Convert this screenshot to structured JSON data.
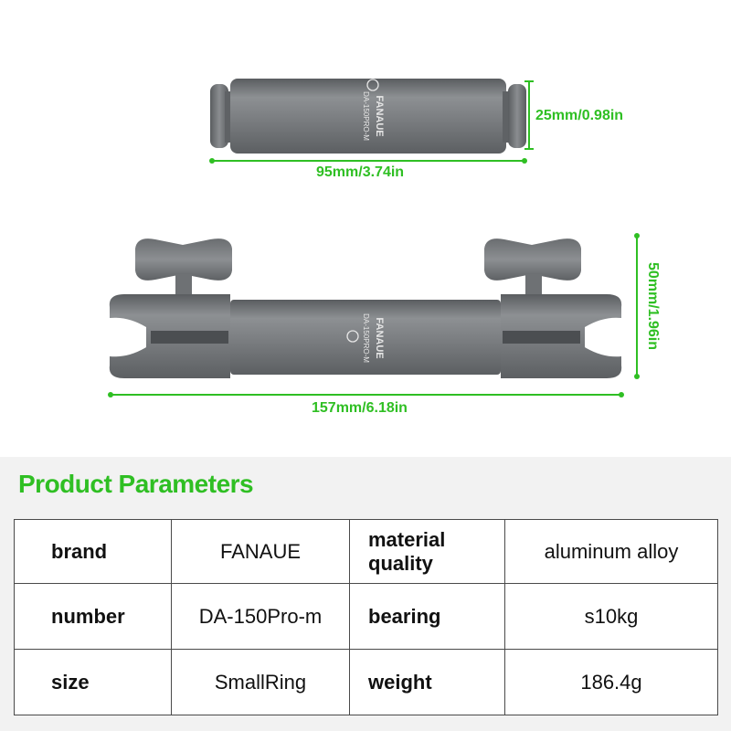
{
  "dimensions": {
    "short_height": "25mm/0.98in",
    "short_length": "95mm/3.74in",
    "long_height": "50mm/1.96in",
    "long_length": "157mm/6.18in"
  },
  "product_marking": {
    "brand": "FANAUE",
    "model": "DA-150PRO-M"
  },
  "colors": {
    "dimension_green": "#2fbf23",
    "metal_gray": "#777a7d"
  },
  "params": {
    "title": "Product Parameters",
    "rows": [
      {
        "k1": "brand",
        "v1": "FANAUE",
        "k2": "material quality",
        "v2": "aluminum alloy"
      },
      {
        "k1": "number",
        "v1": "DA-150Pro-m",
        "k2": "bearing",
        "v2": "s10kg"
      },
      {
        "k1": "size",
        "v1": "SmallRing",
        "k2": "weight",
        "v2": "186.4g"
      }
    ]
  }
}
